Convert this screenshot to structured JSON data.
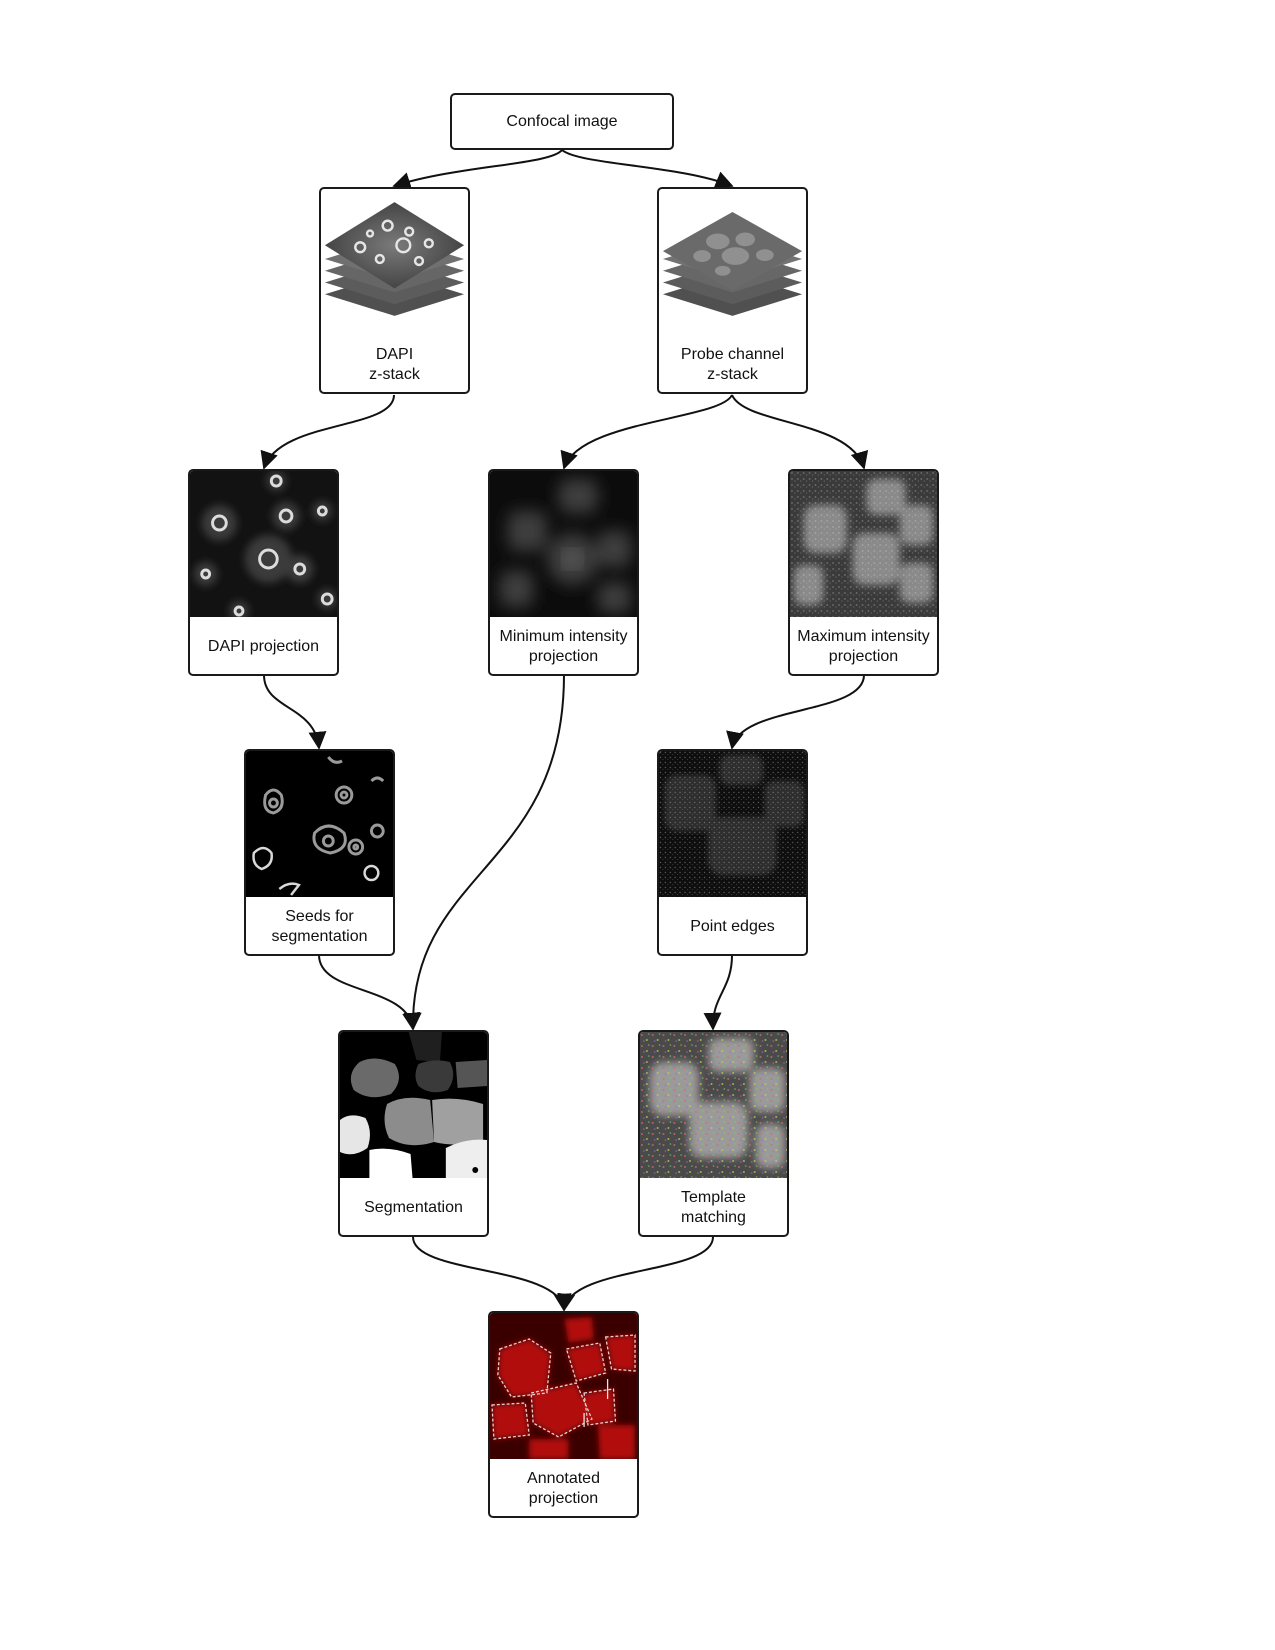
{
  "nodes": {
    "confocal": {
      "label": "Confocal image"
    },
    "dapi_stack": {
      "label": "DAPI\nz-stack"
    },
    "probe_stack": {
      "label": "Probe channel\nz-stack"
    },
    "dapi_proj": {
      "label": "DAPI projection"
    },
    "min_proj": {
      "label": "Minimum intensity\nprojection"
    },
    "max_proj": {
      "label": "Maximum intensity\nprojection"
    },
    "seeds": {
      "label": "Seeds for\nsegmentation"
    },
    "point_edges": {
      "label": "Point edges"
    },
    "segmentation": {
      "label": "Segmentation"
    },
    "template": {
      "label": "Template\nmatching"
    },
    "annotated": {
      "label": "Annotated\nprojection"
    }
  },
  "colors": {
    "stroke": "#1a1a1a",
    "annotated_red": "#c0100c"
  }
}
